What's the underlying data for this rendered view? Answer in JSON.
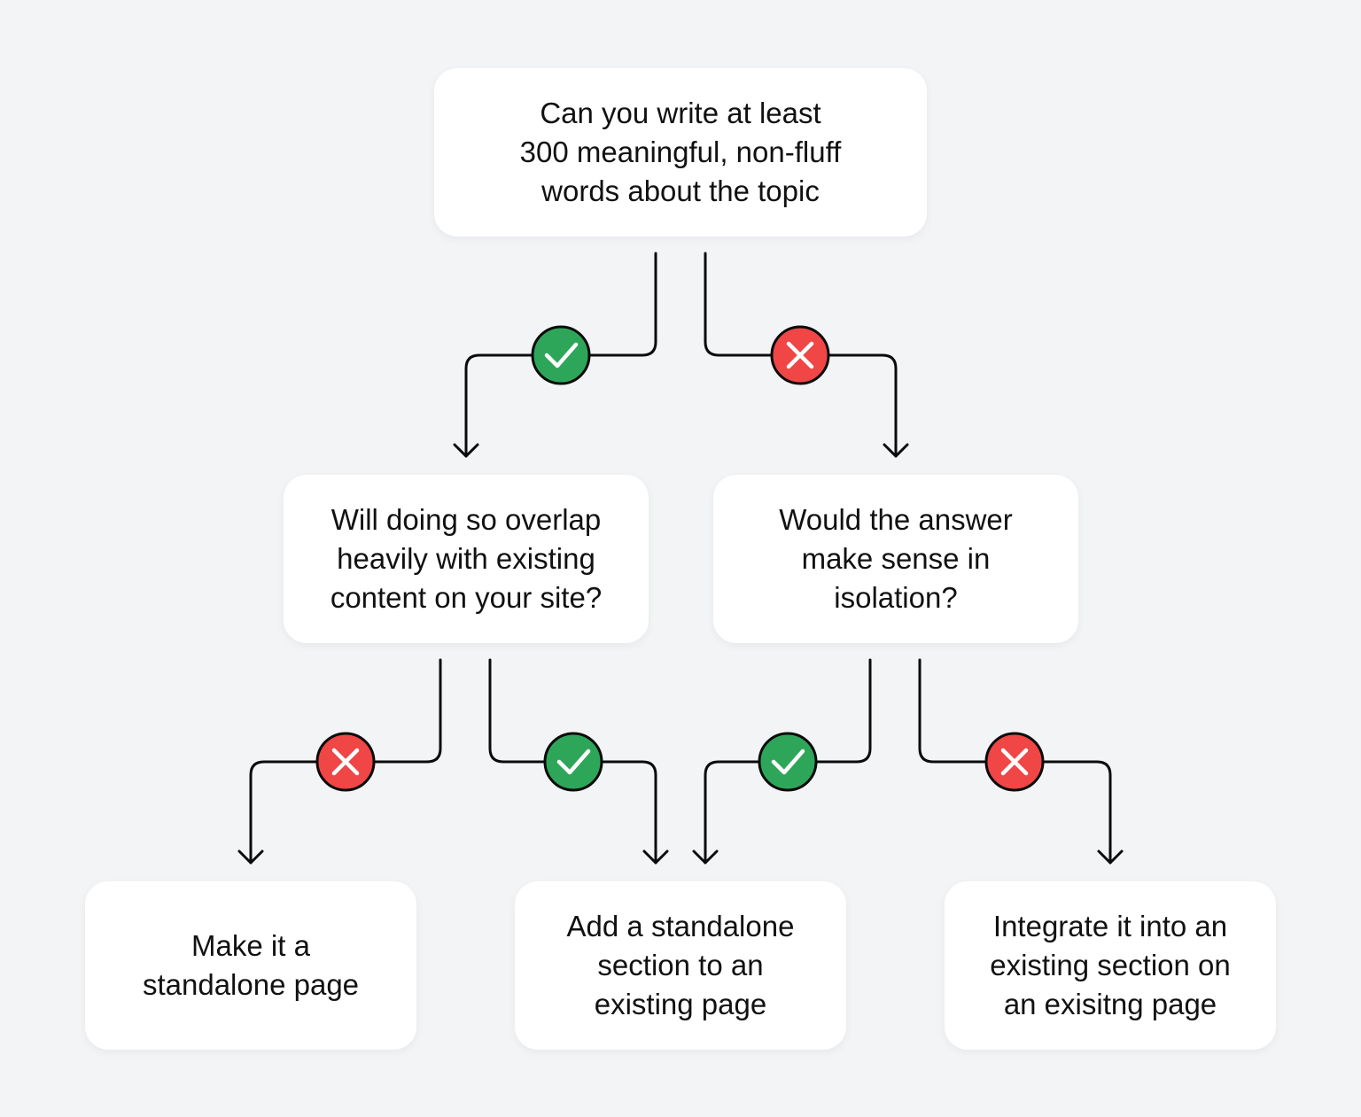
{
  "nodes": {
    "root": "Can you write at least\n300 meaningful, non-fluff\nwords about the topic",
    "left_question": "Will doing so overlap\nheavily with existing\ncontent on your site?",
    "right_question": "Would the answer\nmake sense in\nisolation?",
    "outcome_standalone_page": "Make it a\nstandalone page",
    "outcome_standalone_section": "Add a standalone\nsection to an\nexisting page",
    "outcome_integrate": "Integrate it into an\nexisting section on\nan exisitng page"
  },
  "edges": [
    {
      "from": "root",
      "to": "left_question",
      "answer": "yes"
    },
    {
      "from": "root",
      "to": "right_question",
      "answer": "no"
    },
    {
      "from": "left_question",
      "to": "outcome_standalone_page",
      "answer": "no"
    },
    {
      "from": "left_question",
      "to": "outcome_standalone_section",
      "answer": "yes"
    },
    {
      "from": "right_question",
      "to": "outcome_standalone_section",
      "answer": "yes"
    },
    {
      "from": "right_question",
      "to": "outcome_integrate",
      "answer": "no"
    }
  ],
  "colors": {
    "background": "#f3f4f6",
    "node_fill": "#ffffff",
    "yes_badge": "#2ea65a",
    "no_badge": "#f04646",
    "connector": "#0b0b0b"
  },
  "icons": {
    "yes": "check-icon",
    "no": "cross-icon"
  }
}
